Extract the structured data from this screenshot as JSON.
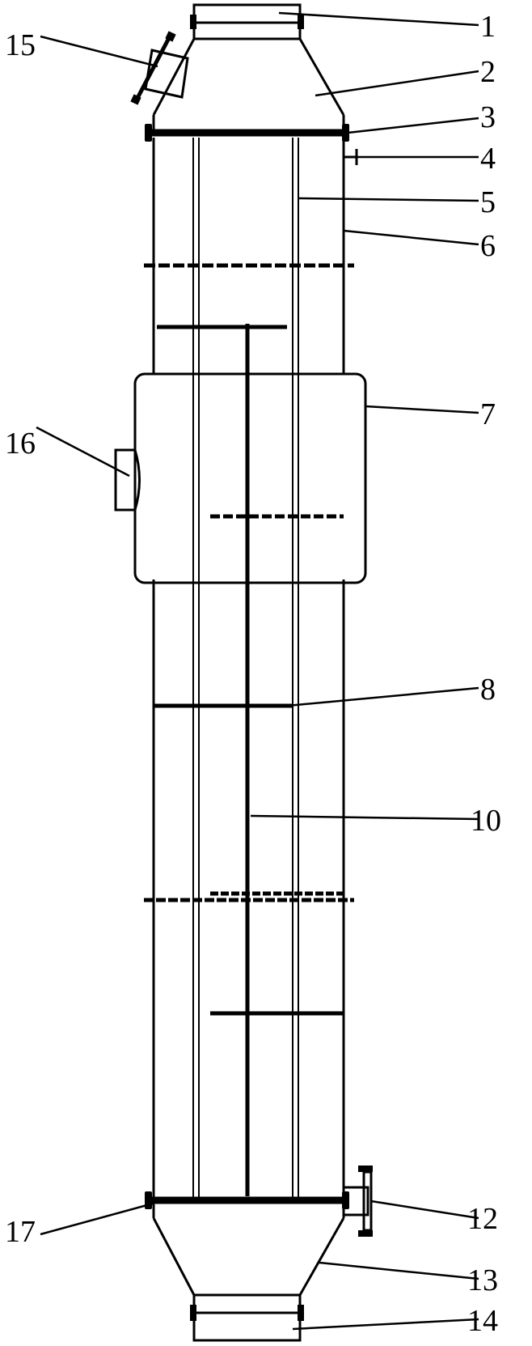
{
  "colors": {
    "line": "#000000",
    "background": "#ffffff"
  },
  "labels": {
    "l1": "1",
    "l2": "2",
    "l3": "3",
    "l4": "4",
    "l5": "5",
    "l6": "6",
    "l7": "7",
    "l8": "8",
    "l10": "10",
    "l12": "12",
    "l13": "13",
    "l14": "14",
    "l15": "15",
    "l16": "16",
    "l17": "17"
  }
}
